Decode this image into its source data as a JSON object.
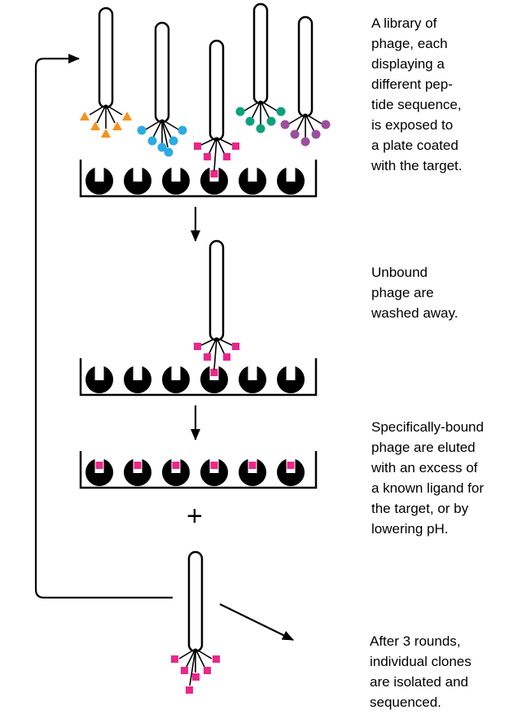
{
  "colors": {
    "orange": "#F5921E",
    "cyan": "#2BABE2",
    "magenta": "#EC268B",
    "teal": "#0CA17C",
    "purple": "#9C4F9C",
    "ink": "#000000"
  },
  "labels": {
    "plus": "+"
  },
  "steps": {
    "step1": "A library of\nphage, each\ndisplaying a\ndifferent pep-\ntide sequence,\nis exposed to\na plate coated\nwith the target.",
    "step2": "Unbound\nphage are\nwashed away.",
    "step3": "Specifically-bound\nphage are eluted\nwith an excess of\na known ligand for\nthe target, or by\nlowering pH.",
    "step4": "After 3 rounds,\nindividual clones\nare isolated and\nsequenced."
  }
}
